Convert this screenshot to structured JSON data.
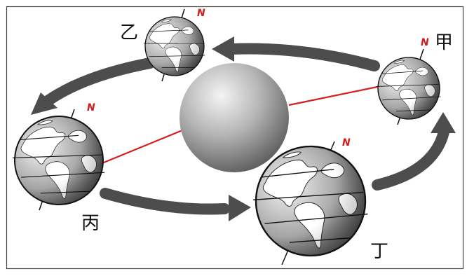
{
  "positions": {
    "jia": {
      "label": "甲",
      "north": "N"
    },
    "yi": {
      "label": "乙",
      "north": "N"
    },
    "bing": {
      "label": "丙",
      "north": "N"
    },
    "ding": {
      "label": "丁",
      "north": "N"
    }
  },
  "colors": {
    "frame": "#444444",
    "arrow": "#4d4d4d",
    "orbit_line": "#d51f1f",
    "north_marker": "#d21d1d",
    "sun_light": "#f4f4f4",
    "sun_dark": "#4e4e4e",
    "ocean_light": "#f3f3f3",
    "ocean_dark": "#3d3d3d",
    "land": "#ffffff"
  },
  "icons": {
    "sun": "sun-sphere-icon",
    "earth": "earth-globe-icon",
    "arrow": "orbit-arrow-icon"
  }
}
